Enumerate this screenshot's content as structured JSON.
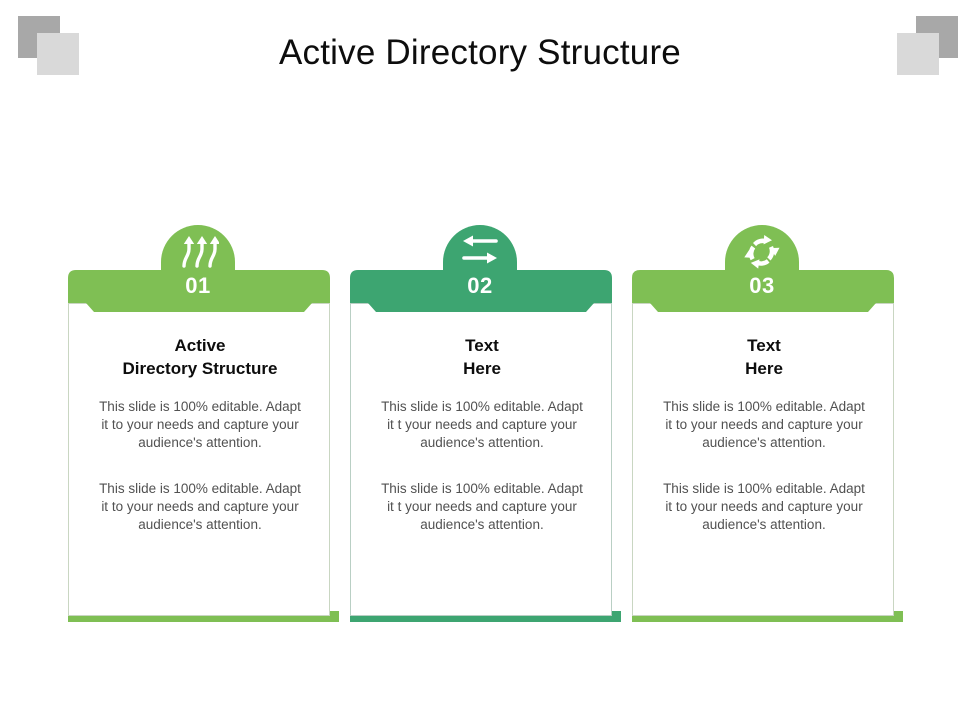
{
  "slide": {
    "title": "Active Directory Structure",
    "background": "#ffffff"
  },
  "decor": {
    "dark_square_color": "#a8a8a8",
    "light_square_color": "#d9d9d9",
    "squares": [
      {
        "name": "top-left-dark"
      },
      {
        "name": "top-left-light"
      },
      {
        "name": "top-right-dark"
      },
      {
        "name": "top-right-light"
      }
    ]
  },
  "theme": {
    "green_light": "#7fbf54",
    "green_teal": "#3da571",
    "heading_color": "#0d0d0d",
    "body_color": "#515151",
    "card_border_green": "#c9d6c2",
    "card_border_teal": "#b9cfc4"
  },
  "columns": [
    {
      "number": "01",
      "icon": "three-wavy-up-arrows-icon",
      "color": "#7fbf54",
      "heading": "Active\nDirectory Structure",
      "paragraphs": [
        "This slide is 100% editable. Adapt it to your needs and capture your audience's attention.",
        "This slide is 100% editable. Adapt it to your needs and capture your audience's attention."
      ]
    },
    {
      "number": "02",
      "icon": "left-right-exchange-arrows-icon",
      "color": "#3da571",
      "heading": "Text\nHere",
      "paragraphs": [
        "This slide is 100% editable. Adapt it t your needs and capture your audience's attention.",
        "This slide is 100% editable. Adapt it t your needs and capture your audience's attention."
      ]
    },
    {
      "number": "03",
      "icon": "circular-refresh-arrows-icon",
      "color": "#7fbf54",
      "heading": "Text\nHere",
      "paragraphs": [
        "This slide is 100% editable. Adapt it to your needs and capture your audience's attention.",
        "This slide is 100% editable. Adapt it to your needs and capture your audience's attention."
      ]
    }
  ]
}
